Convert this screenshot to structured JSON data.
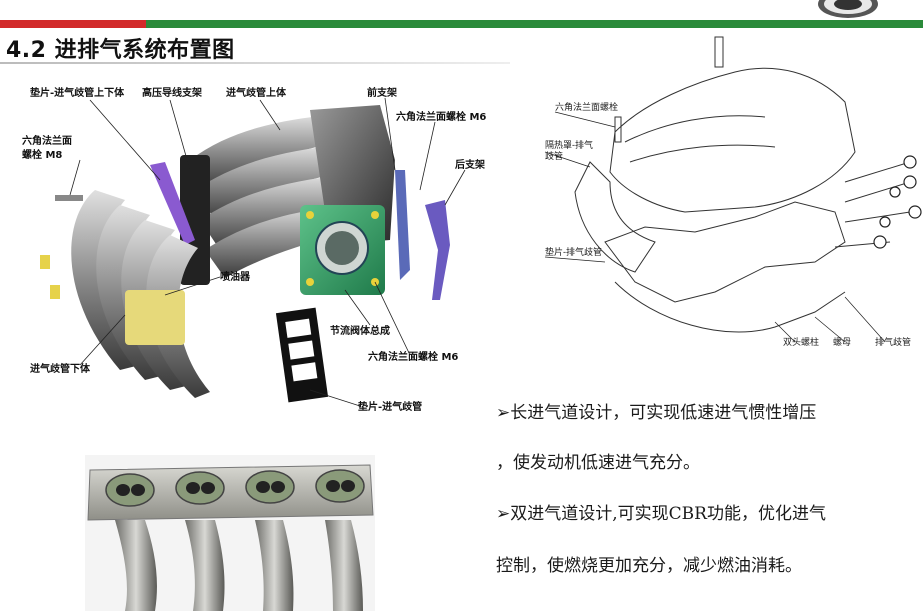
{
  "slide": {
    "title": "4.2 进排气系统布置图"
  },
  "intake_diagram": {
    "labels": {
      "gasket_upper": "垫片-进气歧管上下体",
      "hp_bracket": "高压导线支架",
      "manifold_upper": "进气歧管上体",
      "front_bracket": "前支架",
      "hex_bolt_top": "六角法兰面螺栓 M6",
      "hex_bolt_left_1": "六角法兰面",
      "hex_bolt_left_2": "螺栓 M8",
      "rear_bracket": "后支架",
      "injector": "喷油器",
      "throttle": "节流阀体总成",
      "hex_bolt_bottom": "六角法兰面螺栓 M6",
      "manifold_lower": "进气歧管下体",
      "gasket_intake": "垫片-进气歧管"
    }
  },
  "exhaust_diagram": {
    "labels": {
      "hex_bolt": "六角法兰面螺栓",
      "heat_shield_1": "隔热罩-排气",
      "heat_shield_2": "歧管",
      "gasket_exhaust": "垫片-排气歧管",
      "stud": "双头螺柱",
      "nut": "螺母",
      "exhaust_manifold": "排气歧管"
    }
  },
  "bullets": {
    "b1_line1": "➢长进气道设计，可实现低速进气惯性增压",
    "b1_line2": "，使发动机低速进气充分。",
    "b2_line1": "➢双进气道设计,可实现CBR功能，优化进气",
    "b2_line2": "控制，使燃烧更加充分，减少燃油消耗。"
  }
}
